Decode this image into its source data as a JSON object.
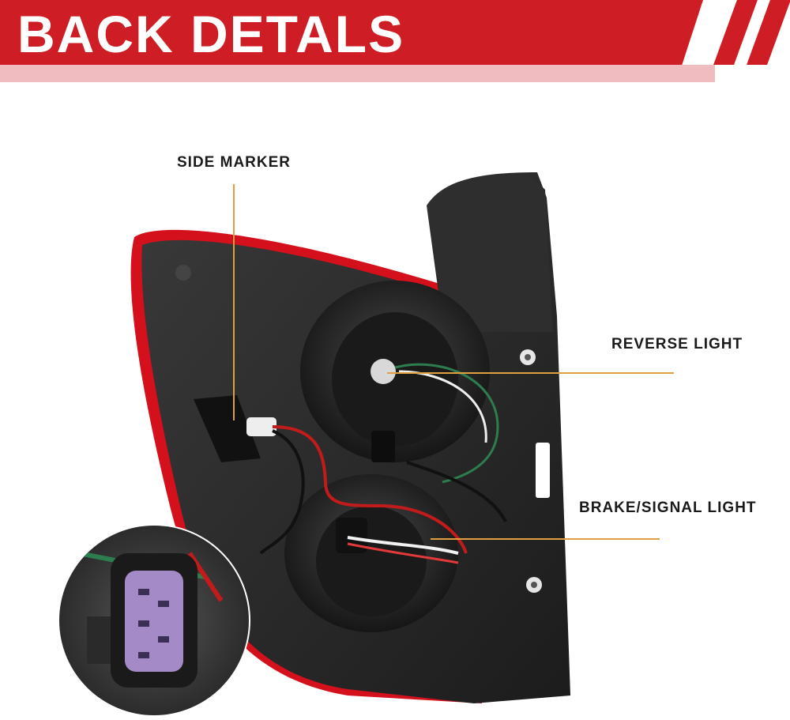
{
  "header": {
    "title": "BACK DETALS"
  },
  "callouts": {
    "side_marker": "SIDE MARKER",
    "reverse_light": "REVERSE LIGHT",
    "brake_signal_light": "BRAKE/SIGNAL LIGHT"
  },
  "colors": {
    "banner_red": "#cf1d25",
    "banner_shadow": "#f0bcc0",
    "leader_line": "#e0a040",
    "housing": "#2b2b2b",
    "lens_red": "#d3101c",
    "connector_purple": "#a58ac8"
  }
}
